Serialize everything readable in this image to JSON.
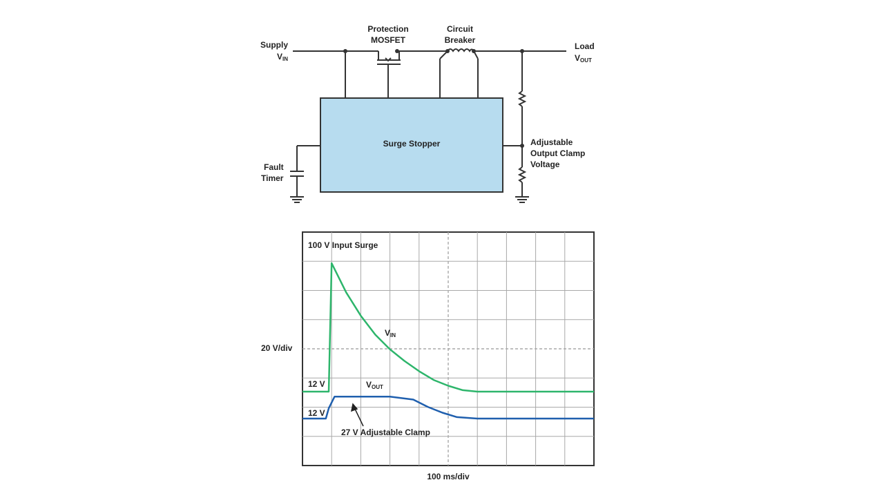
{
  "schematic": {
    "supply_label": "Supply",
    "vin_label": "V",
    "vin_sub": "IN",
    "load_label": "Load",
    "vout_label": "V",
    "vout_sub": "OUT",
    "mosfet_label_1": "Protection",
    "mosfet_label_2": "MOSFET",
    "breaker_label_1": "Circuit",
    "breaker_label_2": "Breaker",
    "surge_stopper_label": "Surge Stopper",
    "fault_label_1": "Fault",
    "fault_label_2": "Timer",
    "clamp_label_1": "Adjustable",
    "clamp_label_2": "Output Clamp",
    "clamp_label_3": "Voltage",
    "colors": {
      "wire": "#333333",
      "box_fill": "#b7dcef",
      "box_stroke": "#333333"
    }
  },
  "scope": {
    "surge_label": "100 V Input Surge",
    "vin_trace_label": "V",
    "vin_trace_sub": "IN",
    "vout_trace_label": "V",
    "vout_trace_sub": "OUT",
    "ylabel": "20 V/div",
    "xlabel": "100 ms/div",
    "vin_baseline_label": "12 V",
    "vout_baseline_label": "12 V",
    "clamp_annotation": "27 V Adjustable Clamp",
    "colors": {
      "vin": "#2db56b",
      "vout": "#1f5fae",
      "grid": "#a8a8a8",
      "frame": "#333333"
    }
  },
  "chart_data": {
    "type": "line",
    "x_unit_per_div": "100 ms/div",
    "y_unit_per_div": "20 V/div",
    "xlim_ms": [
      0,
      1000
    ],
    "grid": true,
    "series": [
      {
        "name": "V",
        "x": [
          0,
          80,
          90,
          100,
          150,
          200,
          250,
          300,
          350,
          400,
          450,
          500,
          550,
          600,
          700,
          800,
          1000
        ],
        "y": [
          12,
          12,
          12,
          100,
          80,
          64,
          51,
          41,
          33,
          26,
          20,
          16,
          13,
          12,
          12,
          12,
          12
        ]
      },
      {
        "name": "V",
        "x": [
          0,
          80,
          90,
          110,
          300,
          380,
          430,
          480,
          530,
          600,
          700,
          800,
          1000
        ],
        "y": [
          12,
          12,
          19,
          27,
          27,
          25,
          20,
          16,
          13,
          12,
          12,
          12,
          12
        ]
      }
    ]
  }
}
